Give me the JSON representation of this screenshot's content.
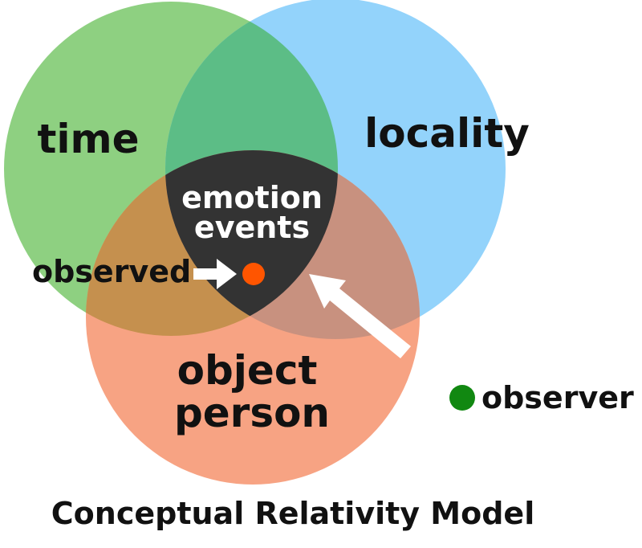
{
  "diagram": {
    "title": "Conceptual Relativity Model",
    "sets": {
      "time": {
        "label": "time",
        "color": "#8ed081"
      },
      "locality": {
        "label": "locality",
        "color": "#93d3fb"
      },
      "object": {
        "label_line1": "object",
        "label_line2": "person",
        "color": "#f7a383"
      }
    },
    "intersections": {
      "time_locality": "#5cbd86",
      "time_object": "#c5904e",
      "locality_object": "#c8917f",
      "center": "#333333"
    },
    "center": {
      "label_line1": "emotion",
      "label_line2": "events"
    },
    "observed": {
      "label": "observed",
      "dot_color": "#ff5500"
    },
    "observer": {
      "label": "observer",
      "dot_color": "#118811"
    },
    "arrow_color": "#ffffff"
  }
}
